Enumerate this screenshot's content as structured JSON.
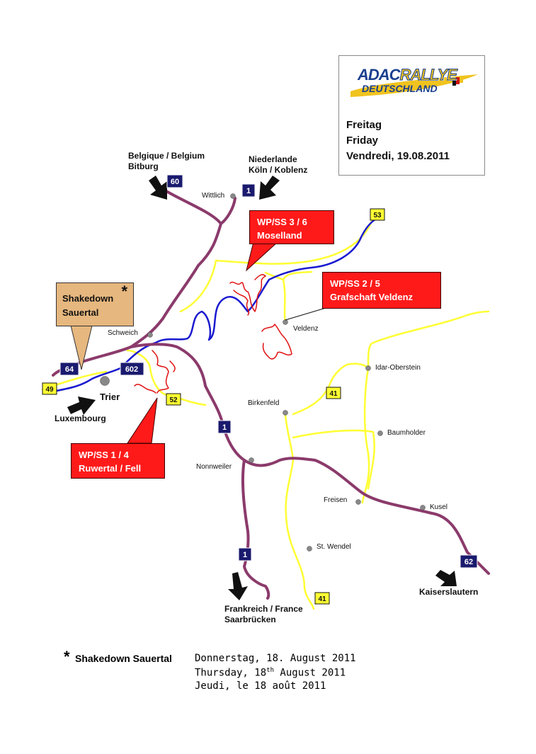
{
  "logo": {
    "line1_a": "ADAC",
    "line1_b": "RALLYE",
    "line2": "DEUTSCHLAND"
  },
  "date": {
    "de": "Freitag",
    "en": "Friday",
    "fr": "Vendredi, 19.08.2011"
  },
  "directions": {
    "belgium_1": "Belgique / Belgium",
    "belgium_2": "Bitburg",
    "netherlands_1": "Niederlande",
    "netherlands_2": "Köln / Koblenz",
    "luxembourg": "Luxembourg",
    "france_1": "Frankreich / France",
    "france_2": "Saarbrücken",
    "kaiserslautern": "Kaiserslautern"
  },
  "cities": {
    "wittlich": "Wittlich",
    "schweich": "Schweich",
    "trier": "Trier",
    "veldenz": "Veldenz",
    "idar": "Idar-Oberstein",
    "birkenfeld": "Birkenfeld",
    "baumholder": "Baumholder",
    "nonnweiler": "Nonnweiler",
    "freisen": "Freisen",
    "kusel": "Kusel",
    "wendel": "St. Wendel"
  },
  "routes": {
    "a60": "60",
    "a1_top": "1",
    "a1_mid": "1",
    "a1_bot": "1",
    "a64": "64",
    "a602": "602",
    "a62": "62",
    "b53": "53",
    "b49": "49",
    "b52": "52",
    "b41_mid": "41",
    "b41_bot": "41"
  },
  "stages": {
    "ss36_1": "WP/SS  3 / 6",
    "ss36_2": "Moselland",
    "ss25_1": "WP/SS  2 / 5",
    "ss25_2": "Grafschaft Veldenz",
    "ss14_1": "WP/SS  1 / 4",
    "ss14_2": "Ruwertal / Fell"
  },
  "shakedown": {
    "line1": "Shakedown",
    "line2": "Sauertal",
    "star": "*"
  },
  "footer": {
    "star": "*",
    "label": "Shakedown Sauertal",
    "line_de": "Donnerstag, 18. August 2011",
    "line_en_a": "Thursday, 18",
    "line_en_sup": "th",
    "line_en_b": " August 2011",
    "line_fr": "Jeudi, le 18 août 2011"
  },
  "colors": {
    "motorway": "#8b3a6b",
    "road": "#ffff33",
    "river": "#1a1ad0",
    "stage": "#e01010",
    "motorway_shield": "#1a1a6e",
    "road_shield": "#ffff33",
    "callout": "#ff1a1a",
    "shakedown_box": "#e6b77e"
  }
}
